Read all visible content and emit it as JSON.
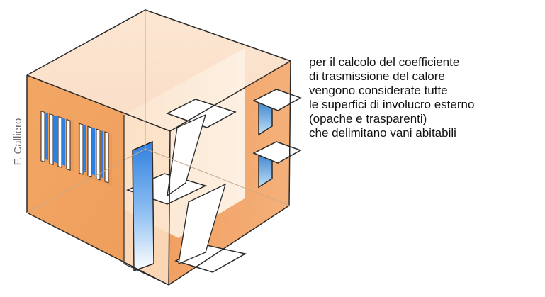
{
  "author": "F. Calliero",
  "caption": {
    "lines": [
      "per il calcolo del coefficiente",
      "di trasmissione del calore",
      "vengono considerate tutte",
      "le superfici di involucro esterno",
      "(opache e trasparenti)",
      "che delimitano vani abitabili"
    ]
  },
  "colors": {
    "envelope_orange": "#f2a366",
    "envelope_orange_light": "#f7c69c",
    "interior_cream": "#fbe6d0",
    "glass_blue": "#3f8fe6",
    "outline": "#2a2a2a"
  }
}
